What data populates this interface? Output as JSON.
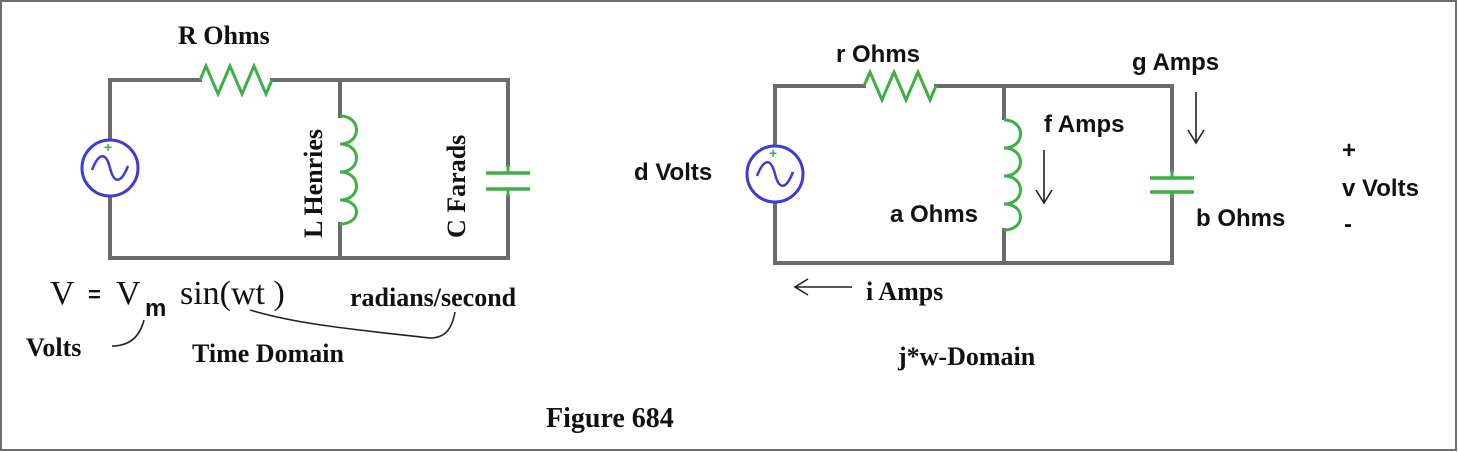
{
  "colors": {
    "wire": "#6b6b6b",
    "component": "#3cb043",
    "source": "#3b3bd6",
    "border": "#6e6e6e",
    "text": "#111111"
  },
  "time_domain": {
    "resistor_label": "R Ohms",
    "inductor_label": "L Henries",
    "capacitor_label": "C Farads",
    "equation_lhs": "V",
    "equation_eq": "=",
    "equation_v": "V",
    "equation_sub": "m",
    "equation_rhs": "sin(wt )",
    "units_volts": "Volts",
    "units_radians": "radians/second",
    "caption": "Time Domain"
  },
  "jw_domain": {
    "resistor_label": "r  Ohms",
    "source_label": "d Volts",
    "inductor_current": "f Amps",
    "inductor_impedance": "a Ohms",
    "capacitor_current": "g Amps",
    "capacitor_impedance": "b Ohms",
    "loop_current": "i Amps",
    "voltage_plus": "+",
    "voltage_label": "v Volts",
    "voltage_minus": "-",
    "caption": "j*w-Domain"
  },
  "figure_caption": "Figure 684"
}
